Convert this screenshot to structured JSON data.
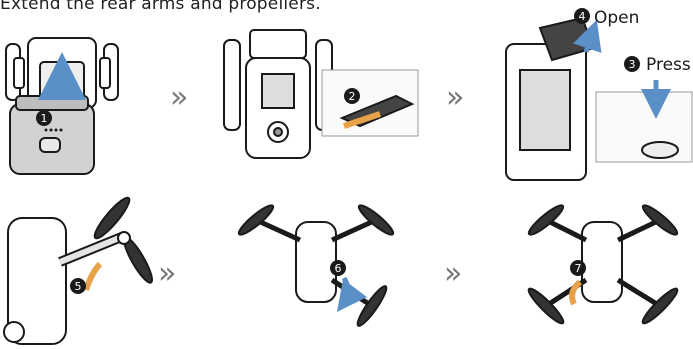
{
  "title": "Extend the rear arms and propellers.",
  "steps": [
    {
      "num": "1"
    },
    {
      "num": "2"
    },
    {
      "num": "3",
      "label": "Press"
    },
    {
      "num": "4",
      "label": "Open"
    },
    {
      "num": "5"
    },
    {
      "num": "6"
    },
    {
      "num": "7"
    }
  ],
  "arrow_glyph": "»",
  "colors": {
    "line": "#1a1a1a",
    "accent": "#5b8fc7",
    "orange": "#e8a24a",
    "gray": "#c9c9c9"
  }
}
